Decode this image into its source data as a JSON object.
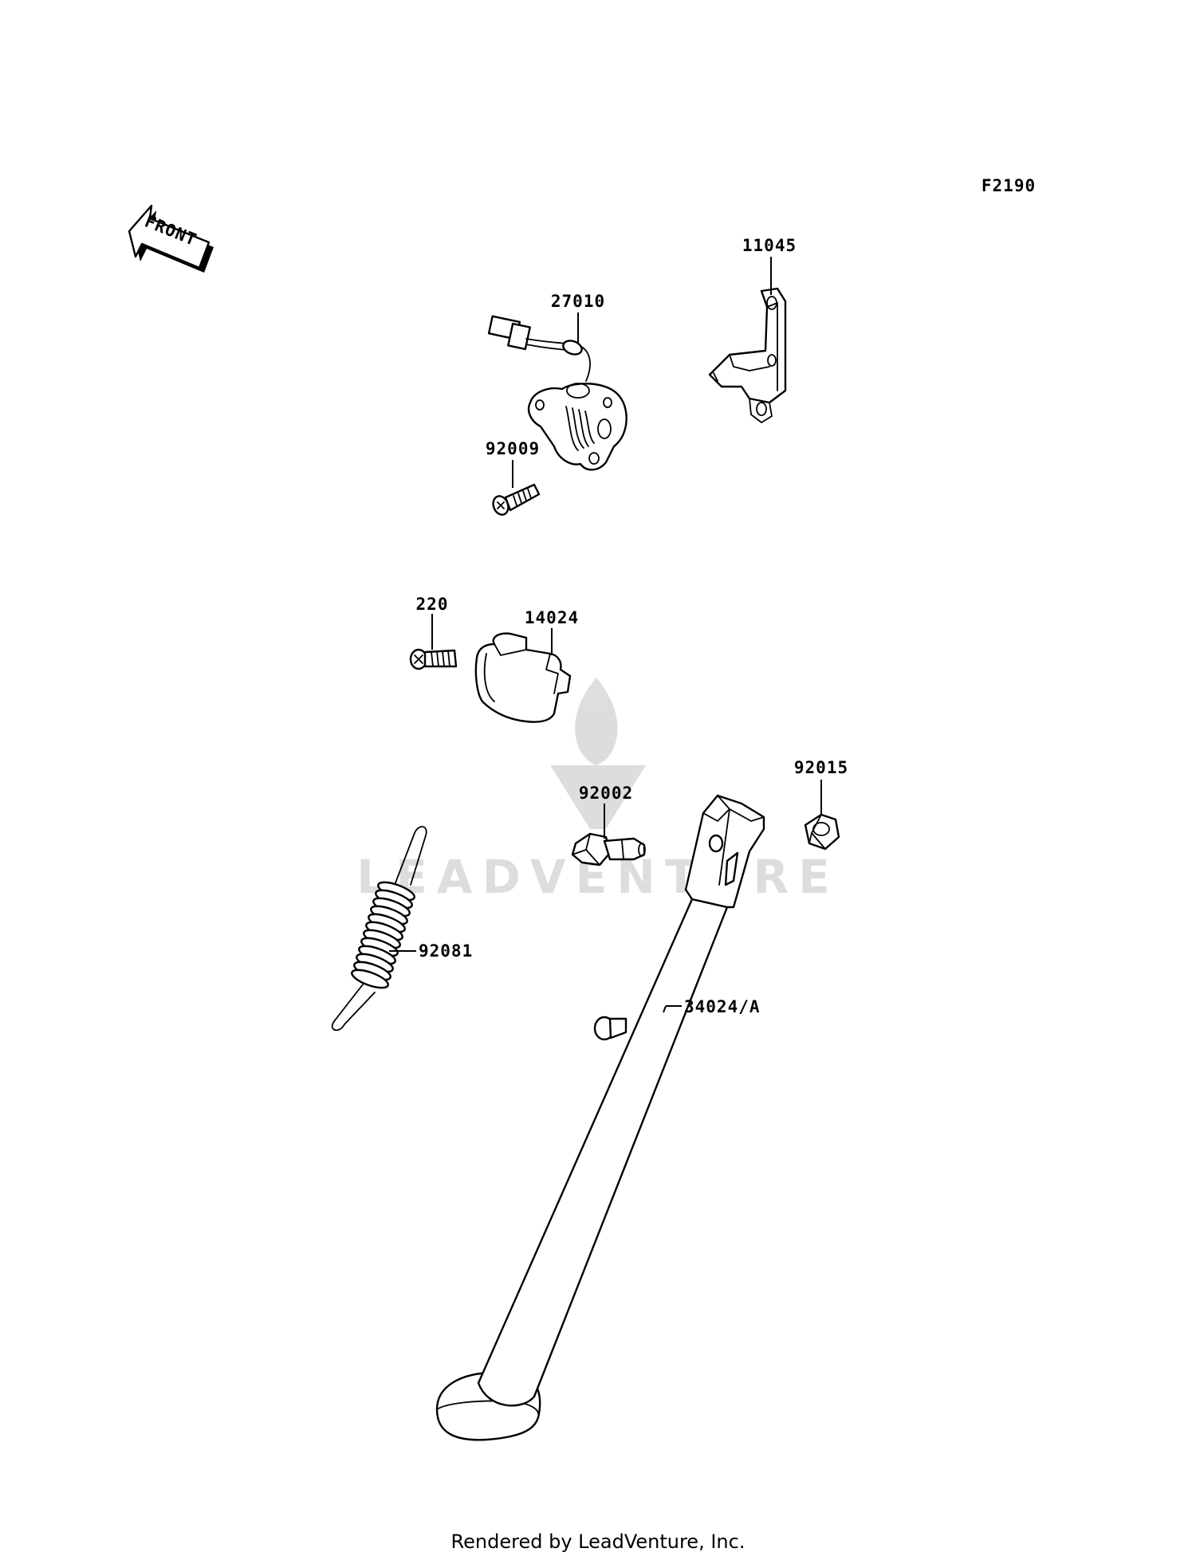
{
  "diagram": {
    "figure_code": "F2190",
    "front_label": "FRONT",
    "parts": [
      {
        "id": "11045"
      },
      {
        "id": "27010"
      },
      {
        "id": "92009"
      },
      {
        "id": "220"
      },
      {
        "id": "14024"
      },
      {
        "id": "92015"
      },
      {
        "id": "92002"
      },
      {
        "id": "92081"
      },
      {
        "id": "34024/A"
      }
    ]
  },
  "watermark": {
    "text": "LEADVENTURE"
  },
  "footer": {
    "credit": "Rendered by LeadVenture, Inc."
  }
}
